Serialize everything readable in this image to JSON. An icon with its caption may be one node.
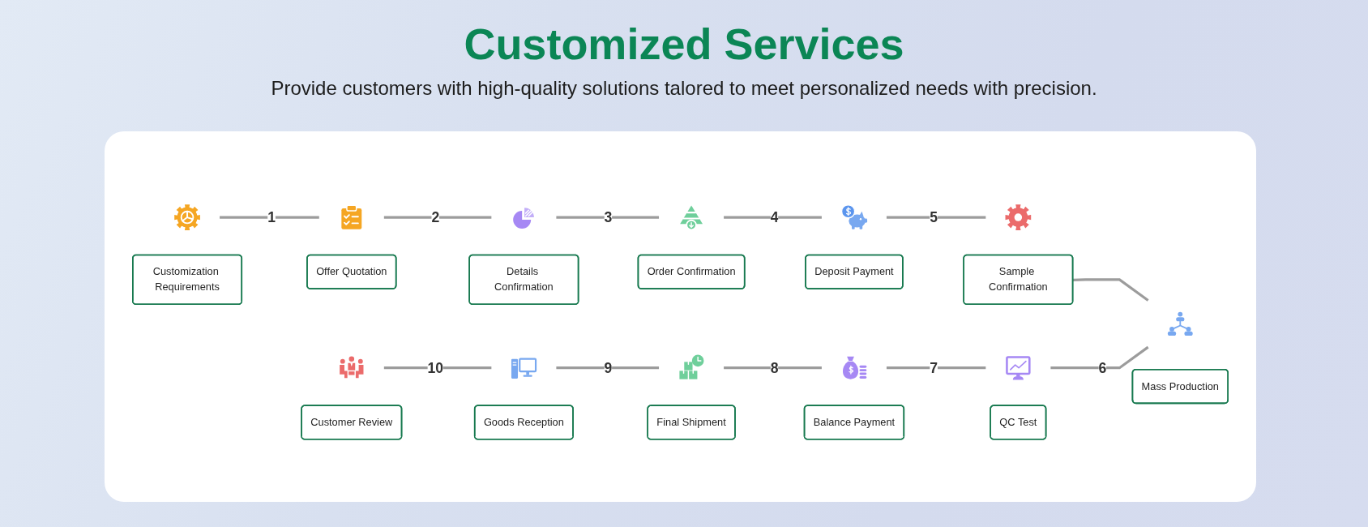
{
  "diagram": {
    "title": "Customized Services",
    "nodes": [
      {
        "text": [],
        "shape": "picture"
      },
      {
        "text": [
          "Customization Requirements"
        ]
      },
      {
        "text": [],
        "shape": "picture"
      },
      {
        "text": [
          "Offer Quotation"
        ]
      },
      {
        "text": [],
        "shape": "picture"
      },
      {
        "text": [
          "Details Confirmation"
        ]
      },
      {
        "text": [],
        "shape": "picture"
      },
      {
        "text": [
          "Order Confirmation"
        ]
      },
      {
        "text": [],
        "shape": "picture"
      },
      {
        "text": [
          "Deposit Payment"
        ]
      },
      {
        "text": [],
        "shape": "picture"
      },
      {
        "text": [
          "Sample Confirmation"
        ]
      },
      {
        "text": [],
        "shape": "picture"
      },
      {
        "text": [
          "Mass Production"
        ]
      },
      {
        "text": [],
        "shape": "picture"
      },
      {
        "text": [
          "QC Test"
        ]
      },
      {
        "text": [],
        "shape": "picture"
      },
      {
        "text": [
          "Balance Payment"
        ]
      },
      {
        "text": [],
        "shape": "picture"
      },
      {
        "text": [
          "Final Shipment"
        ]
      },
      {
        "text": [],
        "shape": "picture"
      },
      {
        "text": [
          "Goods Reception"
        ]
      },
      {
        "text": [],
        "shape": "picture"
      },
      {
        "text": [
          "Customer Review"
        ]
      }
    ],
    "edges": [
      {
        "from": 0,
        "to": 2,
        "label": "1",
        "arrow": "none"
      },
      {
        "from": 2,
        "to": 4,
        "label": "2",
        "arrow": "none"
      },
      {
        "from": 4,
        "to": 6,
        "label": "3",
        "arrow": "none"
      },
      {
        "from": 6,
        "to": 8,
        "label": "4",
        "arrow": "none"
      },
      {
        "from": 8,
        "to": 10,
        "label": "5",
        "arrow": "none"
      },
      {
        "from": 11,
        "to": 12,
        "arrow": "none"
      },
      {
        "from": 14,
        "to": 12,
        "label": "6",
        "arrow": "none"
      },
      {
        "from": 16,
        "to": 14,
        "label": "7",
        "arrow": "none"
      },
      {
        "from": 18,
        "to": 16,
        "label": "8",
        "arrow": "none"
      },
      {
        "from": 20,
        "to": 18,
        "label": "9",
        "arrow": "none"
      },
      {
        "from": 22,
        "to": 20,
        "label": "10",
        "arrow": "none"
      }
    ],
    "labels": [
      "Provide customers with high-quality solutions talored to meet personalized needs with precision."
    ]
  }
}
